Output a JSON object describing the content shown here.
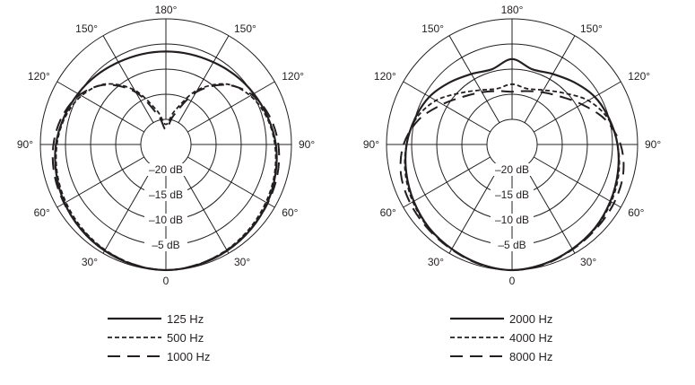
{
  "chart_data": [
    {
      "type": "polar",
      "angle_labels": [
        "180°",
        "150°",
        "150°",
        "120°",
        "120°",
        "90°",
        "90°",
        "60°",
        "60°",
        "30°",
        "30°",
        "0"
      ],
      "ring_labels": [
        "–20 dB",
        "–15 dB",
        "–10 dB",
        "–5 dB"
      ],
      "r_range_db": [
        -25,
        0
      ],
      "series": [
        {
          "name": "125 Hz",
          "style": "solid",
          "values_db": [
            0,
            -0.2,
            -0.6,
            -1.1,
            -1.7,
            -2.4,
            -3.1,
            -4.0,
            -4.8,
            -5.5,
            -6.1,
            -6.4,
            -6.5
          ]
        },
        {
          "name": "500 Hz",
          "style": "dashed",
          "values_db": [
            0,
            -0.3,
            -0.8,
            -1.4,
            -2.0,
            -2.6,
            -3.3,
            -4.2,
            -5.6,
            -8.0,
            -12.5,
            -18.0,
            -21.0
          ]
        },
        {
          "name": "1000 Hz",
          "style": "long-dash",
          "values_db": [
            0,
            -0.3,
            -0.7,
            -1.2,
            -1.6,
            -2.0,
            -2.6,
            -3.6,
            -5.2,
            -8.2,
            -13.0,
            -19.0,
            -22.0
          ]
        }
      ]
    },
    {
      "type": "polar",
      "angle_labels": [
        "180°",
        "150°",
        "150°",
        "120°",
        "120°",
        "90°",
        "90°",
        "60°",
        "60°",
        "30°",
        "30°",
        "0"
      ],
      "ring_labels": [
        "–20 dB",
        "–15 dB",
        "–10 dB",
        "–5 dB"
      ],
      "r_range_db": [
        -25,
        0
      ],
      "series": [
        {
          "name": "2000 Hz",
          "style": "solid",
          "values_db": [
            0,
            -0.4,
            -1.0,
            -1.6,
            -2.4,
            -3.2,
            -4.0,
            -5.0,
            -6.0,
            -7.5,
            -8.8,
            -9.5,
            -8.0
          ]
        },
        {
          "name": "4000 Hz",
          "style": "dashed",
          "values_db": [
            0,
            -0.4,
            -1.0,
            -1.5,
            -2.2,
            -3.0,
            -4.0,
            -5.2,
            -7.5,
            -10.5,
            -12.5,
            -13.5,
            -13.0
          ]
        },
        {
          "name": "8000 Hz",
          "style": "long-dash",
          "values_db": [
            0,
            -0.3,
            -0.9,
            -1.3,
            -1.6,
            -2.1,
            -3.4,
            -5.8,
            -9.0,
            -11.5,
            -13.0,
            -14.0,
            -14.5
          ]
        }
      ]
    }
  ]
}
